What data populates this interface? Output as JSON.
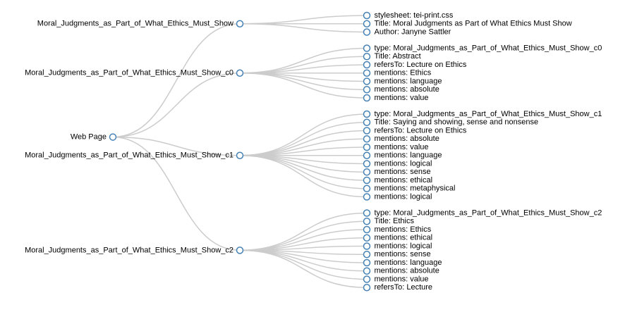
{
  "tree": {
    "root": {
      "label": "Web Page"
    },
    "branches": [
      {
        "label": "Moral_Judgments_as_Part_of_What_Ethics_Must_Show",
        "children": [
          "stylesheet: tei-print.css",
          "Title: Moral Judgments as Part of What Ethics Must Show",
          "Author: Janyne Sattler"
        ]
      },
      {
        "label": "Moral_Judgments_as_Part_of_What_Ethics_Must_Show_c0",
        "children": [
          "type: Moral_Judgments_as_Part_of_What_Ethics_Must_Show_c0",
          "Title: Abstract",
          "refersTo: Lecture on Ethics",
          "mentions: Ethics",
          "mentions: language",
          "mentions: absolute",
          "mentions: value"
        ]
      },
      {
        "label": "Moral_Judgments_as_Part_of_What_Ethics_Must_Show_c1",
        "children": [
          "type: Moral_Judgments_as_Part_of_What_Ethics_Must_Show_c1",
          "Title: Saying and showing, sense and nonsense",
          "refersTo: Lecture on Ethics",
          "mentions: absolute",
          "mentions: value",
          "mentions: language",
          "mentions: logical",
          "mentions: sense",
          "mentions: ethical",
          "mentions: metaphysical",
          "mentions: logical"
        ]
      },
      {
        "label": "Moral_Judgments_as_Part_of_What_Ethics_Must_Show_c2",
        "children": [
          "type: Moral_Judgments_as_Part_of_What_Ethics_Must_Show_c2",
          "Title: Ethics",
          "mentions: Ethics",
          "mentions: ethical",
          "mentions: logical",
          "mentions: sense",
          "mentions: language",
          "mentions: absolute",
          "mentions: value",
          "refersTo: Lecture"
        ]
      }
    ]
  }
}
